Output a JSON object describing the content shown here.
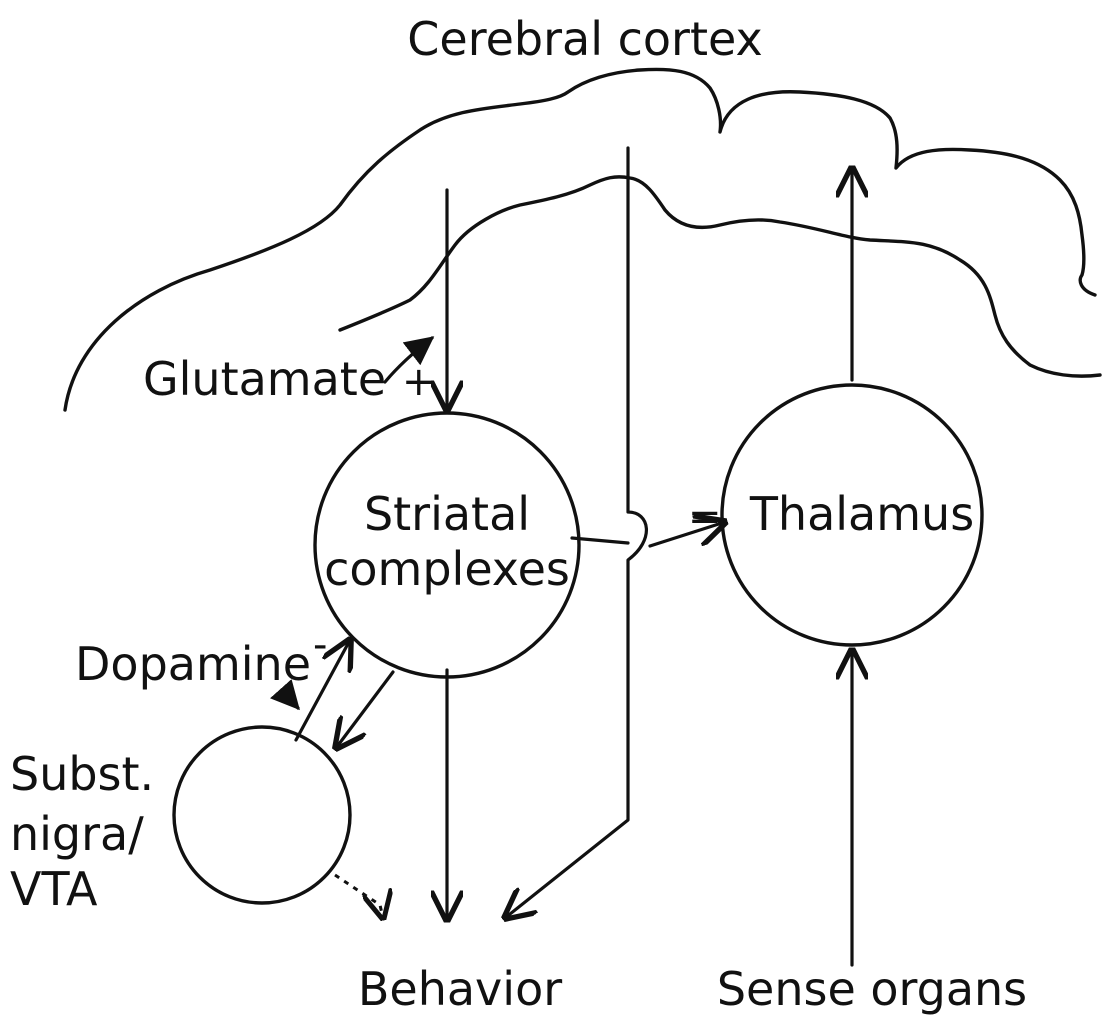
{
  "labels": {
    "cerebral_cortex": "Cerebral cortex",
    "glutamate": "Glutamate",
    "glutamate_sign": "+",
    "striatal_line1": "Striatal",
    "striatal_line2": "complexes",
    "thalamus": "Thalamus",
    "thalamus_sign": "=",
    "dopamine": "Dopamine",
    "dopamine_sign": "-",
    "subst_line1": "Subst.",
    "subst_line2": "nigra/",
    "subst_line3": "VTA",
    "behavior": "Behavior",
    "sense_organs": "Sense organs"
  }
}
